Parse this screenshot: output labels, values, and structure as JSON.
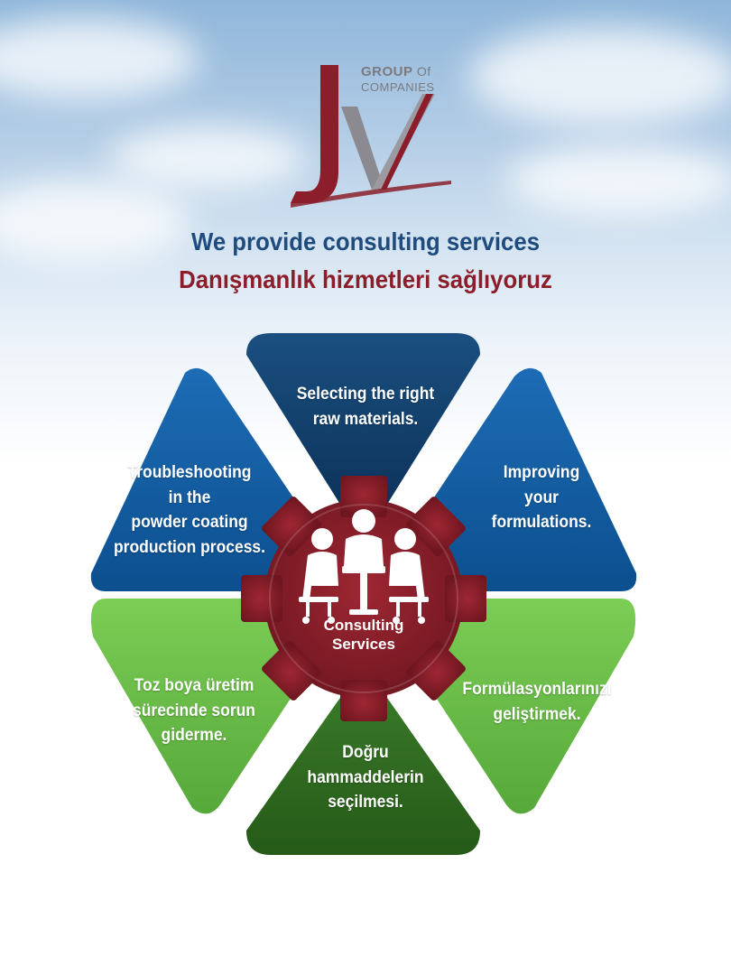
{
  "logo": {
    "mark": "JV",
    "group_line": "GROUP",
    "of": "Of",
    "companies_line": "COMPANIES"
  },
  "heading": {
    "english": "We provide consulting services",
    "turkish": "Danışmanlık hizmetleri sağlıyoruz"
  },
  "center": {
    "icon": "meeting-people-icon",
    "line1": "Consulting",
    "line2": "Services"
  },
  "petals": {
    "top": {
      "l1": "Selecting the right",
      "l2": "raw materials."
    },
    "top_right": {
      "l1": "Improving",
      "l2": "your",
      "l3": "formulations."
    },
    "top_left": {
      "l1": "Troubleshooting",
      "l2": "in the",
      "l3": "powder coating",
      "l4": "production process."
    },
    "bottom_left": {
      "l1": "Toz boya üretim",
      "l2": "sürecinde sorun",
      "l3": "giderme."
    },
    "bottom_right": {
      "l1": "Formülasyonlarınızı",
      "l2": "geliştirmek."
    },
    "bottom": {
      "l1": "Doğru",
      "l2": "hammaddelerin",
      "l3": "seçilmesi."
    }
  },
  "colors": {
    "navy": "#0f3c68",
    "blue": "#0f5aa0",
    "light_green": "#6cc04a",
    "dark_green": "#2f6a1f",
    "maroon": "#8b1e2a",
    "heading_blue": "#1f4b7d"
  }
}
